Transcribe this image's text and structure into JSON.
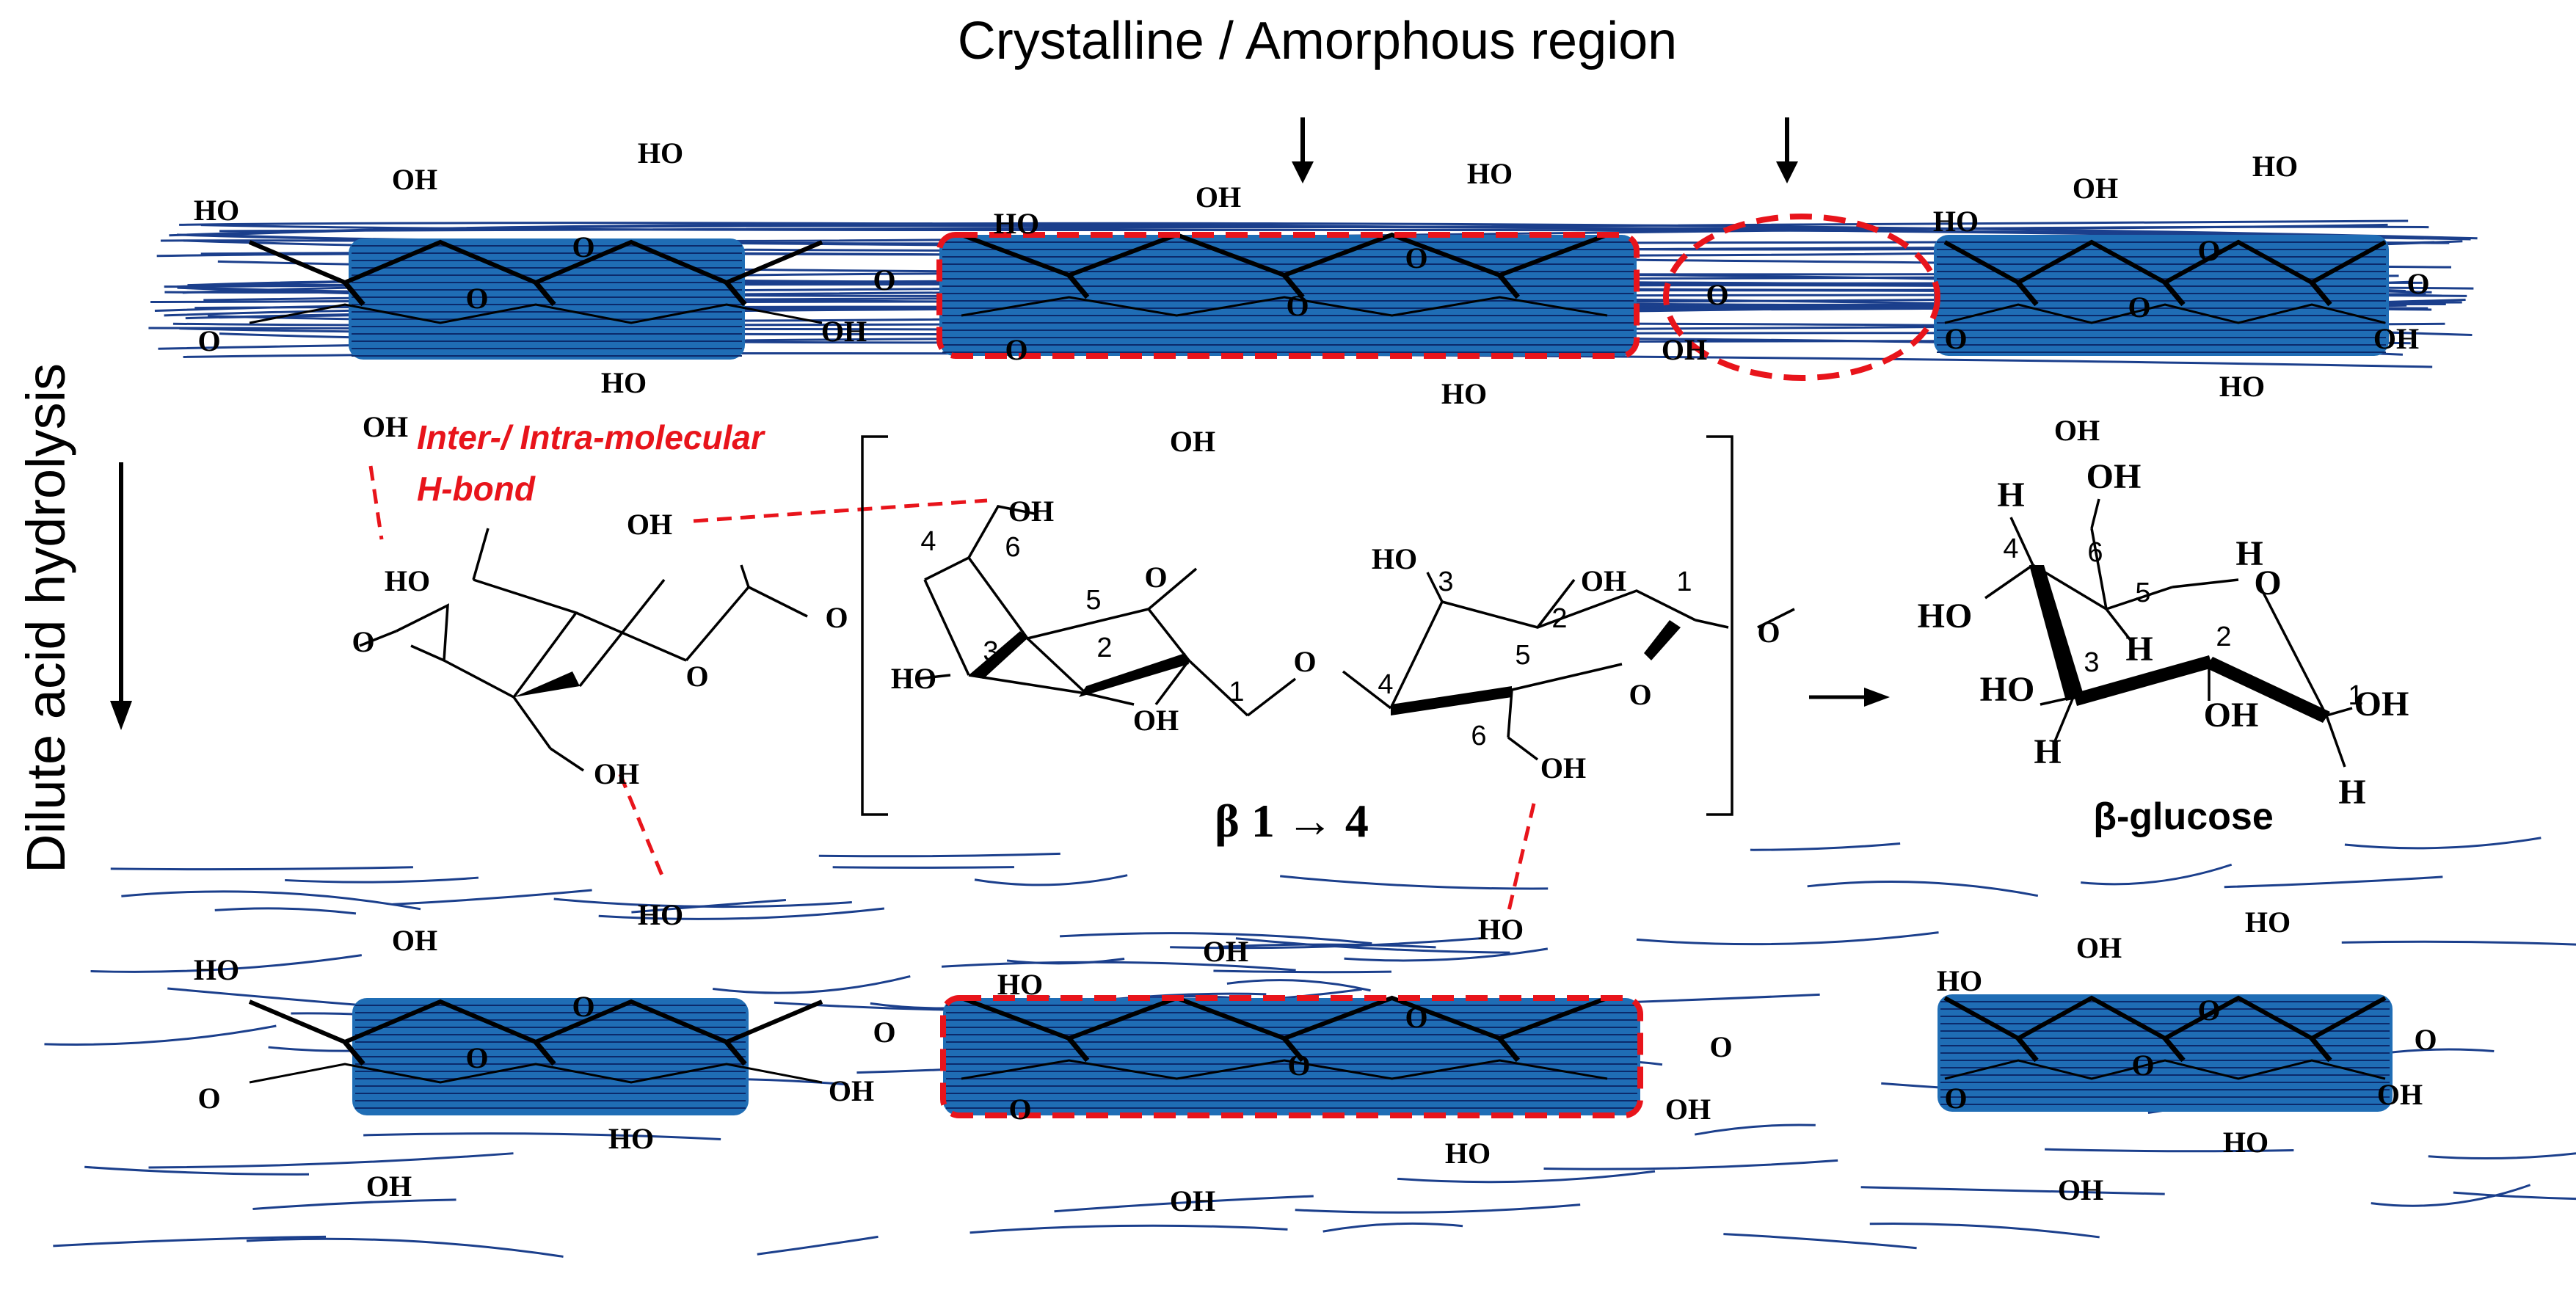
{
  "title": "Crystalline / Amorphous region",
  "process_label": "Dilute acid hydrolysis",
  "hbond_label": [
    "Inter-/ Intra-molecular",
    "H-bond"
  ],
  "linkage_label": "β 1 → 4",
  "glucose_label": "β-glucose",
  "groups": {
    "oh": "OH",
    "ho": "HO",
    "o": "O",
    "h": "H"
  },
  "numbers": [
    "1",
    "2",
    "3",
    "4",
    "5",
    "6"
  ],
  "colors": {
    "crystal_fill": "#1f6db5",
    "fiber": "#1b3f8c",
    "hbond": "#e8141b",
    "text": "#000000"
  }
}
